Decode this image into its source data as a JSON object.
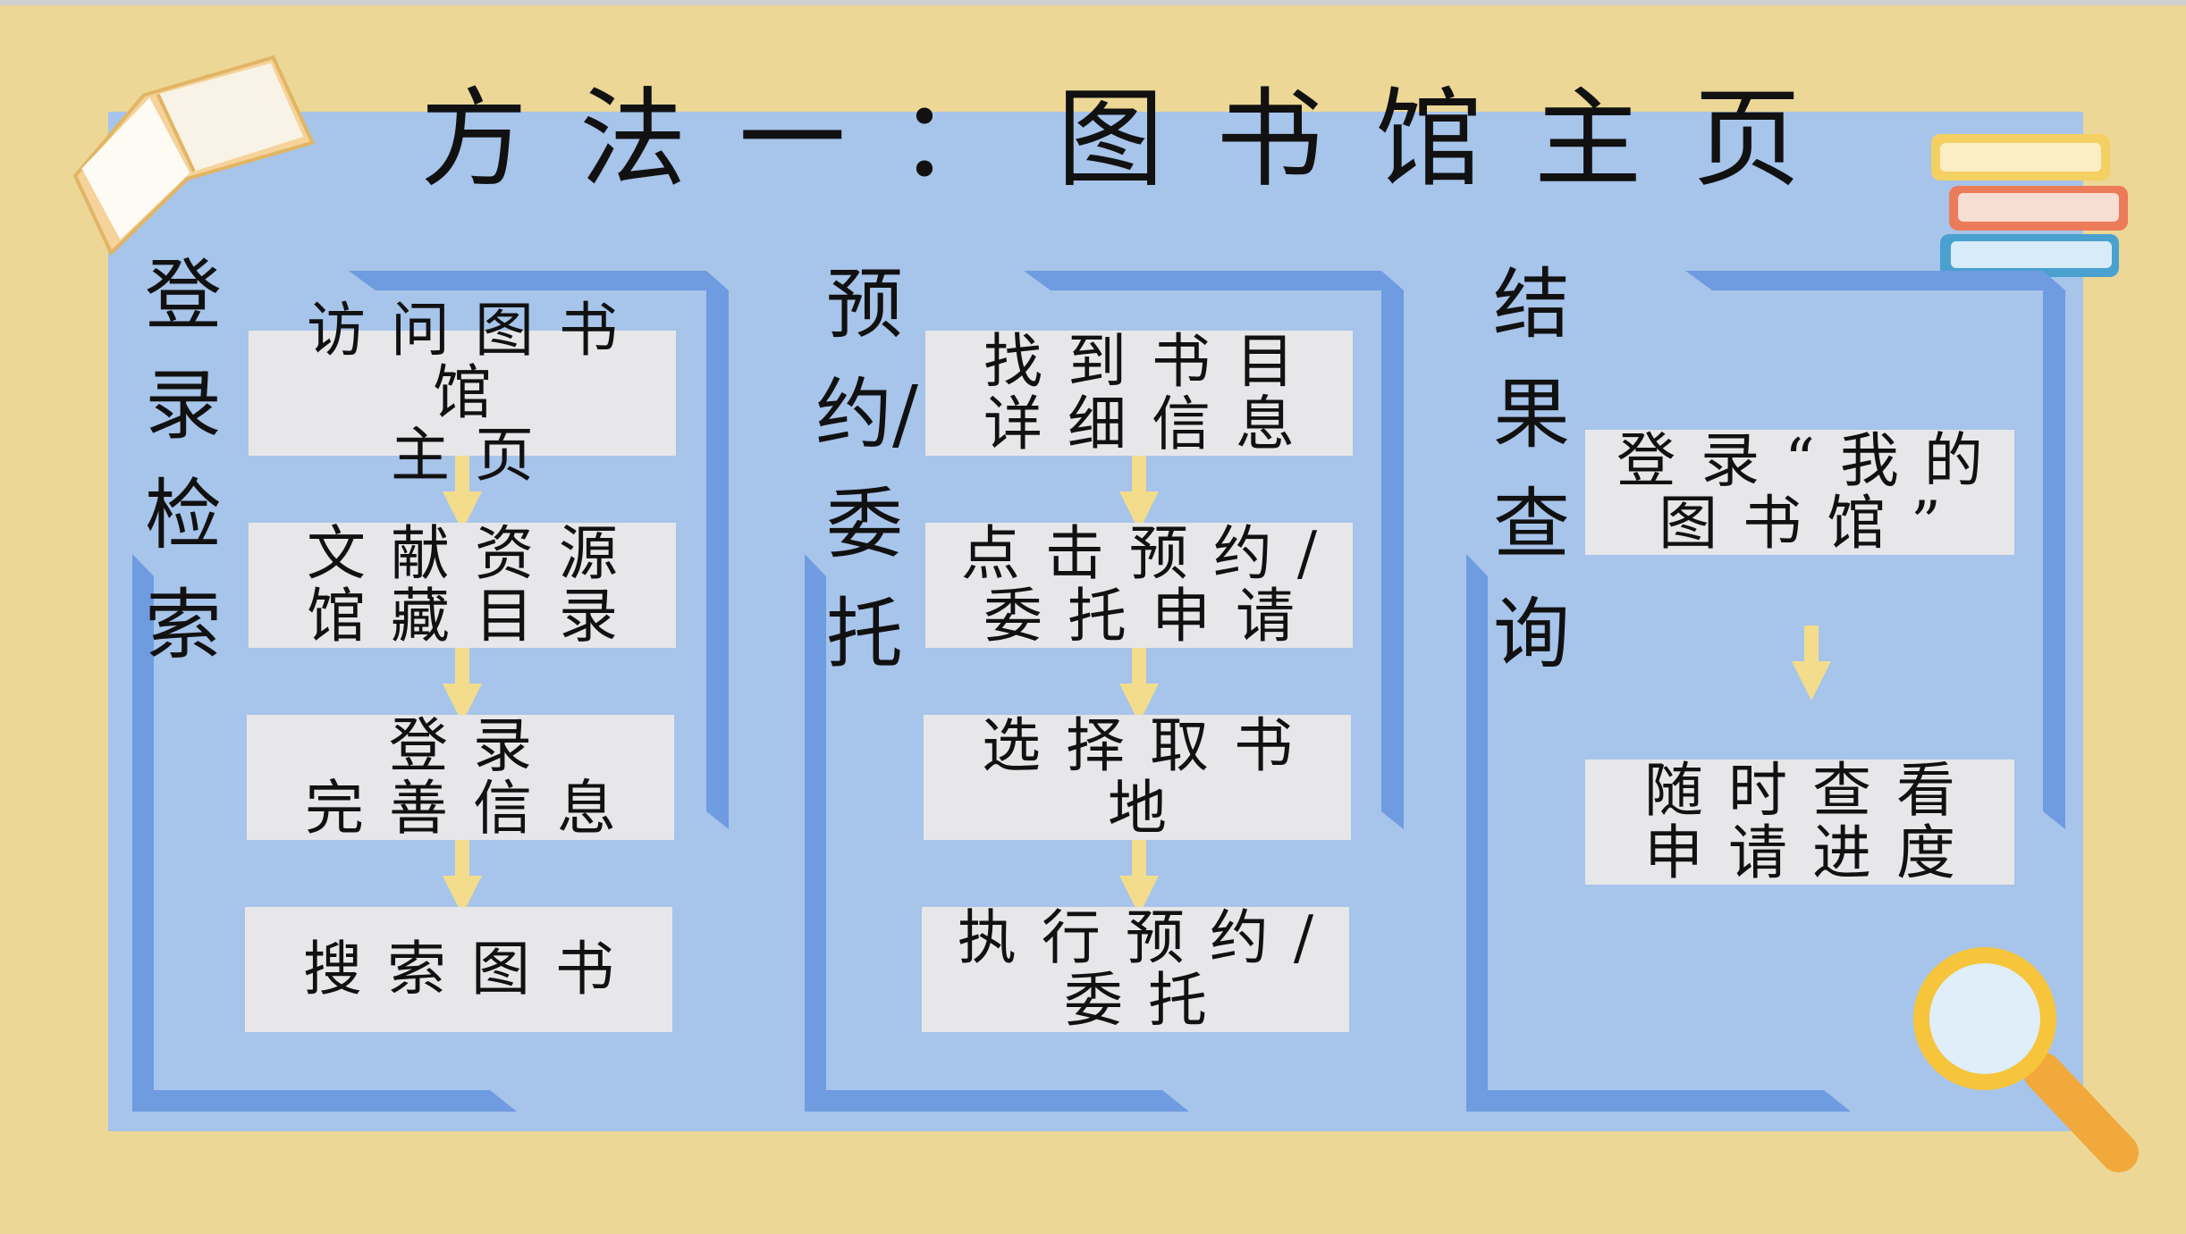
{
  "title": "方法一：图书馆主页",
  "columns": [
    {
      "label": "登录检索",
      "steps": [
        "访问图书馆\n主页",
        "文献资源\n馆藏目录",
        "登录\n完善信息",
        "搜索图书"
      ]
    },
    {
      "label": "预约/委托",
      "steps": [
        "找到书目\n详细信息",
        "点击预约/\n委托申请",
        "选择取书地",
        "执行预约/\n委托"
      ]
    },
    {
      "label": "结果查询",
      "steps": [
        "登录“我的\n图书馆”",
        "随时查看\n申请进度"
      ]
    }
  ],
  "colors": {
    "background": "#ecd796",
    "panel": "#a7c4ea",
    "box": "#e7e7ea",
    "arrow": "#f3dc8c",
    "frame": "#6f9be0"
  },
  "icons": [
    "open-book-icon",
    "stacked-books-icon",
    "magnifier-icon",
    "down-arrow-icon"
  ]
}
